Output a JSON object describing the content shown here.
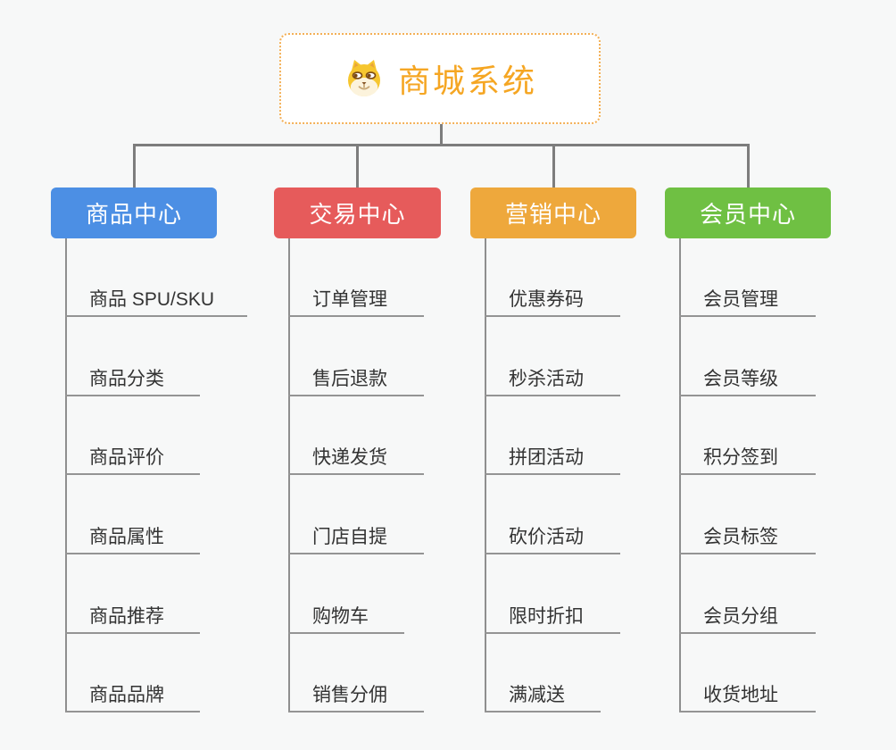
{
  "root": {
    "label": "商城系统",
    "icon": "dog-face-icon",
    "text_color": "#f5a623",
    "border_color": "#f3b057"
  },
  "branches": [
    {
      "label": "商品中心",
      "color": "#4c8fe4",
      "children": [
        "商品 SPU/SKU",
        "商品分类",
        "商品评价",
        "商品属性",
        "商品推荐",
        "商品品牌"
      ]
    },
    {
      "label": "交易中心",
      "color": "#e65b5b",
      "children": [
        "订单管理",
        "售后退款",
        "快递发货",
        "门店自提",
        "购物车",
        "销售分佣"
      ]
    },
    {
      "label": "营销中心",
      "color": "#eea83c",
      "children": [
        "优惠券码",
        "秒杀活动",
        "拼团活动",
        "砍价活动",
        "限时折扣",
        "满减送"
      ]
    },
    {
      "label": "会员中心",
      "color": "#6fc043",
      "children": [
        "会员管理",
        "会员等级",
        "积分签到",
        "会员标签",
        "会员分组",
        "收货地址"
      ]
    }
  ],
  "colors": {
    "canvas_background": "#f7f8f8",
    "connector_gray": "#7d7d7d",
    "leaf_line_gray": "#949494",
    "leaf_text": "#333333",
    "branch_text": "#ffffff"
  }
}
